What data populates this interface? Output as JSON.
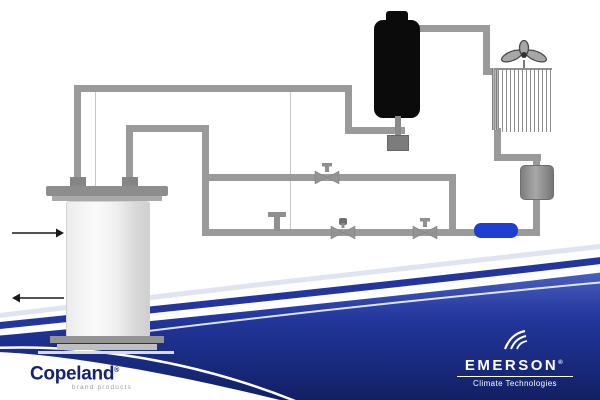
{
  "branding": {
    "copeland": {
      "wordmark": "Copeland",
      "registered_mark": "®",
      "tagline": "brand products"
    },
    "emerson": {
      "wordmark": "EMERSON",
      "registered_mark": "®",
      "tagline": "Climate Technologies"
    }
  },
  "colors": {
    "pipe_gray": "#9a9a9a",
    "accent_band_blue": "#24369c",
    "filter_drier_blue": "#1f3fd1",
    "compressor_black": "#0b0b0b",
    "copeland_navy": "#16246e",
    "logo_white": "#ffffff"
  },
  "components": [
    {
      "name": "compressor"
    },
    {
      "name": "condenser-coil"
    },
    {
      "name": "condenser-fan"
    },
    {
      "name": "liquid-receiver"
    },
    {
      "name": "filter-drier"
    },
    {
      "name": "expansion-valve"
    },
    {
      "name": "bypass-valve"
    },
    {
      "name": "service-port"
    },
    {
      "name": "liquid-line-valve"
    },
    {
      "name": "evaporator-vessel"
    },
    {
      "name": "water-inlet-arrow",
      "direction": "right"
    },
    {
      "name": "water-outlet-arrow",
      "direction": "left"
    }
  ]
}
